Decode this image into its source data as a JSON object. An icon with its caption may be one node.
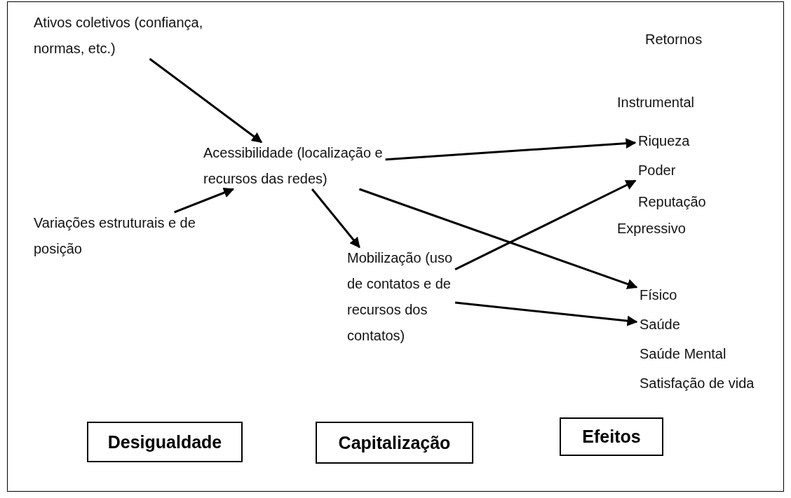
{
  "diagram": {
    "nodes": [
      {
        "text": [
          "Ativos coletivos (confiança, normas, etc.)"
        ]
      },
      {
        "text": [
          "Acessibilidade (localização e recursos das redes)"
        ]
      },
      {
        "text": [
          "Variações estruturais e de posição"
        ]
      },
      {
        "text": [
          "Mobilização (uso de contatos e de recursos dos contatos)"
        ]
      },
      {
        "text": [
          "Riqueza"
        ]
      },
      {
        "text": [
          "Poder"
        ]
      },
      {
        "text": [
          "Físico"
        ]
      },
      {
        "text": [
          "Saúde"
        ]
      },
      {
        "text": [
          "Desigualdade"
        ]
      },
      {
        "text": [
          "Capitalização"
        ]
      },
      {
        "text": [
          "Efeitos"
        ]
      }
    ],
    "edges": [
      {
        "from": 0,
        "to": 1,
        "arrow": "to"
      },
      {
        "from": 2,
        "to": 1,
        "arrow": "to"
      },
      {
        "from": 1,
        "to": 3,
        "arrow": "to"
      },
      {
        "from": 1,
        "to": 4,
        "arrow": "to"
      },
      {
        "from": 3,
        "to": 5,
        "arrow": "to"
      },
      {
        "from": 1,
        "to": 6,
        "arrow": "to"
      },
      {
        "from": 3,
        "to": 7,
        "arrow": "to"
      }
    ],
    "labels": [
      "Retornos",
      "Instrumental",
      "Reputação",
      "Expressivo",
      "Saúde Mental",
      "Satisfação de vida"
    ]
  }
}
